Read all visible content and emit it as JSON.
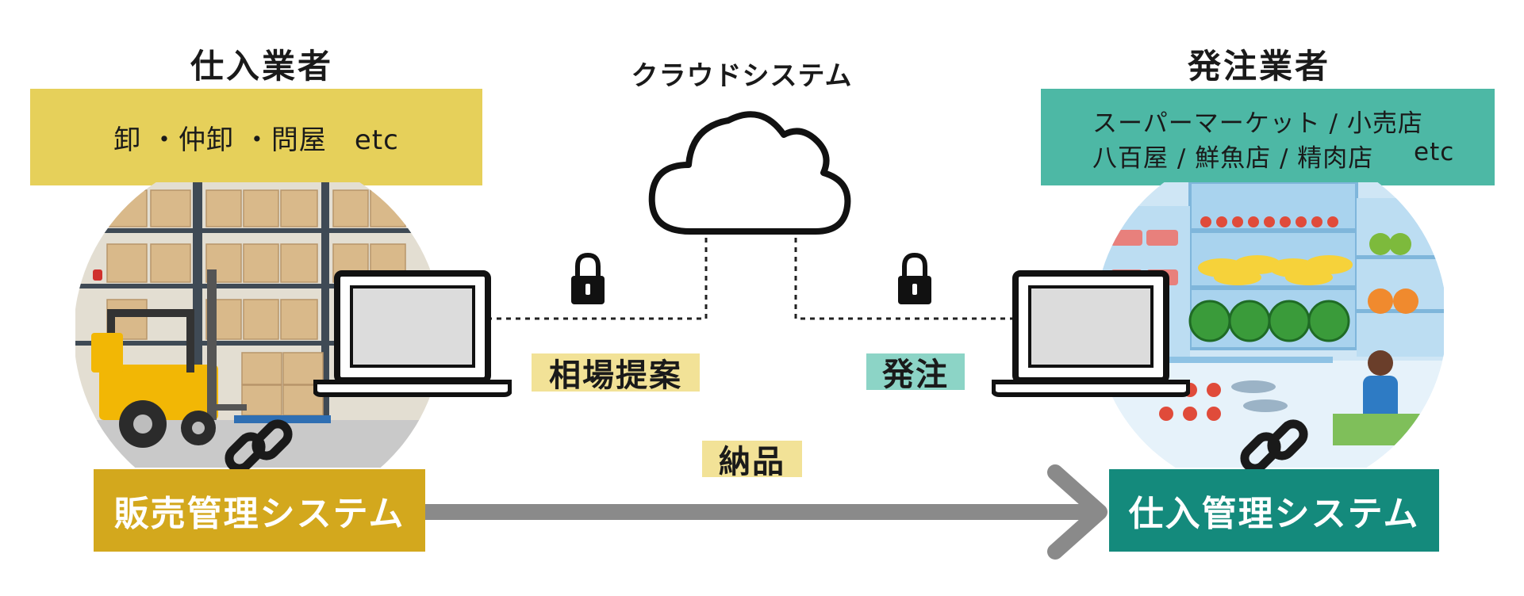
{
  "supplier": {
    "heading": "仕入業者",
    "subtitle": "卸 ・仲卸 ・問屋　etc",
    "system": "販売管理システム",
    "color": "#E6D05A",
    "system_color": "#D3A81D"
  },
  "cloud": {
    "label": "クラウドシステム"
  },
  "orderer": {
    "heading": "発注業者",
    "line1": "スーパーマーケット / 小売店",
    "line2": "八百屋 / 鮮魚店 / 精肉店",
    "etc": "etc",
    "color": "#4DB8A5",
    "system": "仕入管理システム",
    "system_color": "#148A7C"
  },
  "flows": {
    "proposal": "相場提案",
    "order": "発注",
    "delivery": "納品"
  },
  "icons": {
    "cloud": "cloud-icon",
    "lock": "padlock-icon",
    "laptop": "laptop-icon",
    "link": "chain-link-icon",
    "arrow": "arrow-right-icon"
  }
}
